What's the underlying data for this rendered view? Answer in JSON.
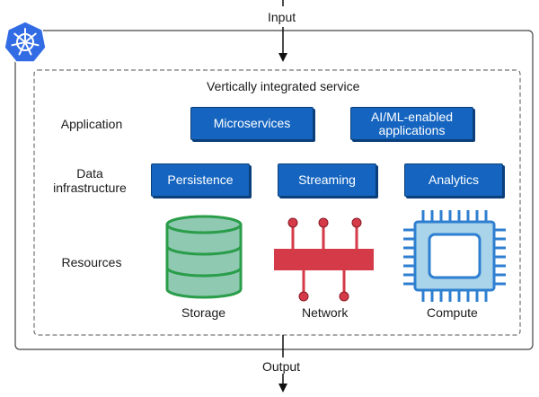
{
  "flow": {
    "input_label": "Input",
    "output_label": "Output"
  },
  "platform": {
    "logo_icon": "kubernetes-helm-icon"
  },
  "service": {
    "title": "Vertically integrated service"
  },
  "rows": {
    "application": "Application",
    "data_line1": "Data",
    "data_line2": "infrastructure",
    "resources": "Resources"
  },
  "application": {
    "microservices": "Microservices",
    "aiml_line1": "AI/ML-enabled",
    "aiml_line2": "applications"
  },
  "data_infrastructure": {
    "persistence": "Persistence",
    "streaming": "Streaming",
    "analytics": "Analytics"
  },
  "resources": {
    "storage": "Storage",
    "network": "Network",
    "compute": "Compute"
  },
  "colors": {
    "box_blue": "#1565c0",
    "box_border": "#0b3f7a",
    "storage_fill": "#8fc9b2",
    "storage_stroke": "#2a9d4a",
    "network_red": "#d43a48",
    "chip_blue": "#2f7fd1",
    "chip_fill": "#a9d4ea",
    "k8s_blue": "#326ce5"
  }
}
